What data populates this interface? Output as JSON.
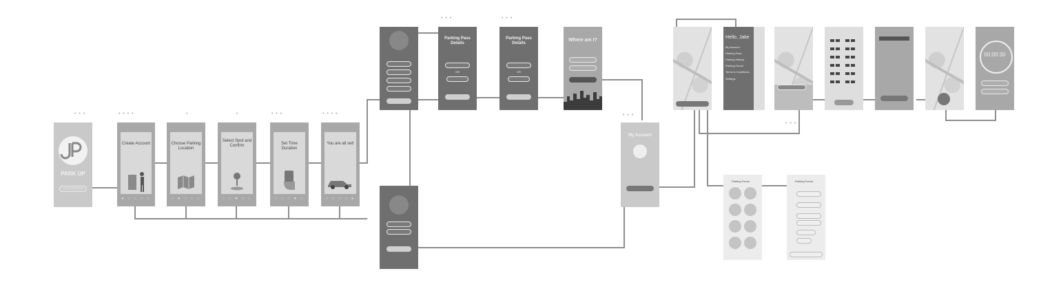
{
  "splash": {
    "brand": "PARK UP",
    "button": "GET STARTED"
  },
  "onboarding": [
    {
      "title": "Create Account"
    },
    {
      "title": "Choose Parking Location"
    },
    {
      "title": "Select Spot and Confirm"
    },
    {
      "title": "Set Time Duration"
    },
    {
      "title": "You are all set!"
    }
  ],
  "parking_pass": {
    "title": "Parking Pass Details",
    "or": "OR"
  },
  "where": {
    "title": "Where am I?"
  },
  "account": {
    "title": "My Account"
  },
  "menu": {
    "greeting": "Hello, Jake",
    "items": [
      "My Account",
      "Parking Pass",
      "Parking History",
      "Parking Forum",
      "Terms & Conditions",
      "Settings"
    ]
  },
  "timer": {
    "value": "00:00:30"
  },
  "forum": {
    "title": "Parking Forum"
  },
  "colors": {
    "screen": "#9a9a9a",
    "line": "#8a8a8a",
    "background": "#ffffff"
  }
}
